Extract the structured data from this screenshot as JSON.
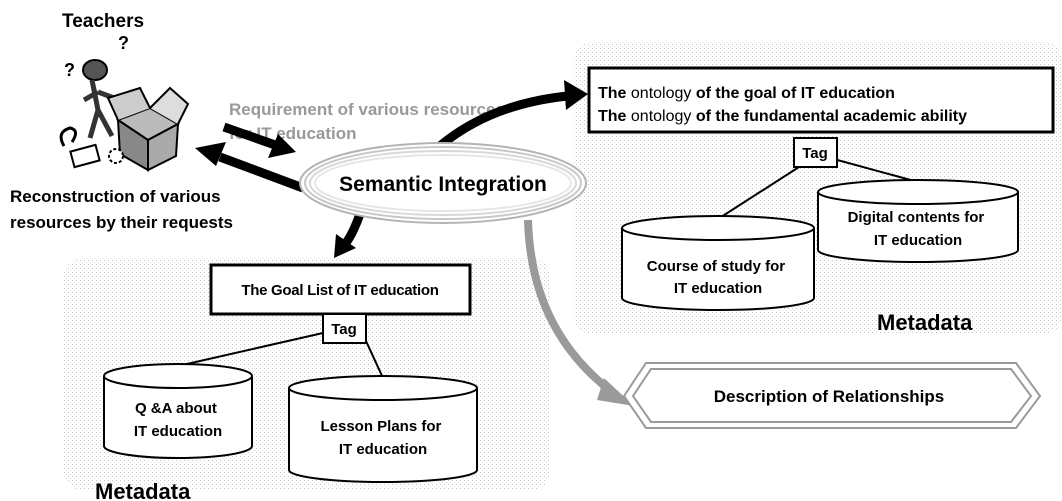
{
  "teachers_label": "Teachers",
  "requirement_text": [
    "Requirement of various resources",
    "for IT education"
  ],
  "reconstruction_text": [
    "Reconstruction of various",
    "resources by their requests"
  ],
  "semantic_integration": "Semantic Integration",
  "ontology_lines": [
    {
      "pre": "The ",
      "mid": "ontology",
      "post": " of the goal of IT education"
    },
    {
      "pre": "The ",
      "mid": "ontology",
      "post": " of the fundamental academic ability"
    }
  ],
  "goal_list": "The Goal List of IT education",
  "tag_label": "Tag",
  "cylinders": {
    "course": [
      "Course of study for",
      "IT education"
    ],
    "digital": [
      "Digital contents for",
      "IT education"
    ],
    "qa": [
      "Q &A about",
      "IT education"
    ],
    "lesson": [
      "Lesson Plans for",
      "IT education"
    ]
  },
  "metadata_label": "Metadata",
  "description": "Description of Relationships",
  "colors": {
    "requirement_text": "#999999",
    "gray_arrow": "#999999",
    "panel_dots": "#cfcfcf"
  }
}
